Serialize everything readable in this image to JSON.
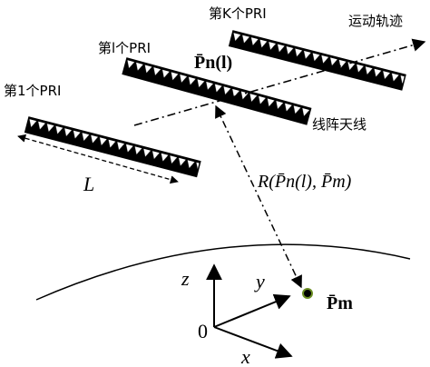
{
  "labels": {
    "pri_first": "第1个PRI",
    "pri_l": "第l个PRI",
    "pri_k": "第K个PRI",
    "motion_track": "运动轨迹",
    "linear_array": "线阵天线",
    "length_symbol": "L",
    "antenna_pos": "P̄n(l)",
    "range_expr": "R(P̄n(l), P̄m)",
    "target_pos": "P̄m",
    "axis_z": "z",
    "axis_y": "y",
    "axis_x": "x",
    "origin": "0"
  },
  "colors": {
    "ink": "#000000",
    "target_ring": "#6b8e23"
  }
}
